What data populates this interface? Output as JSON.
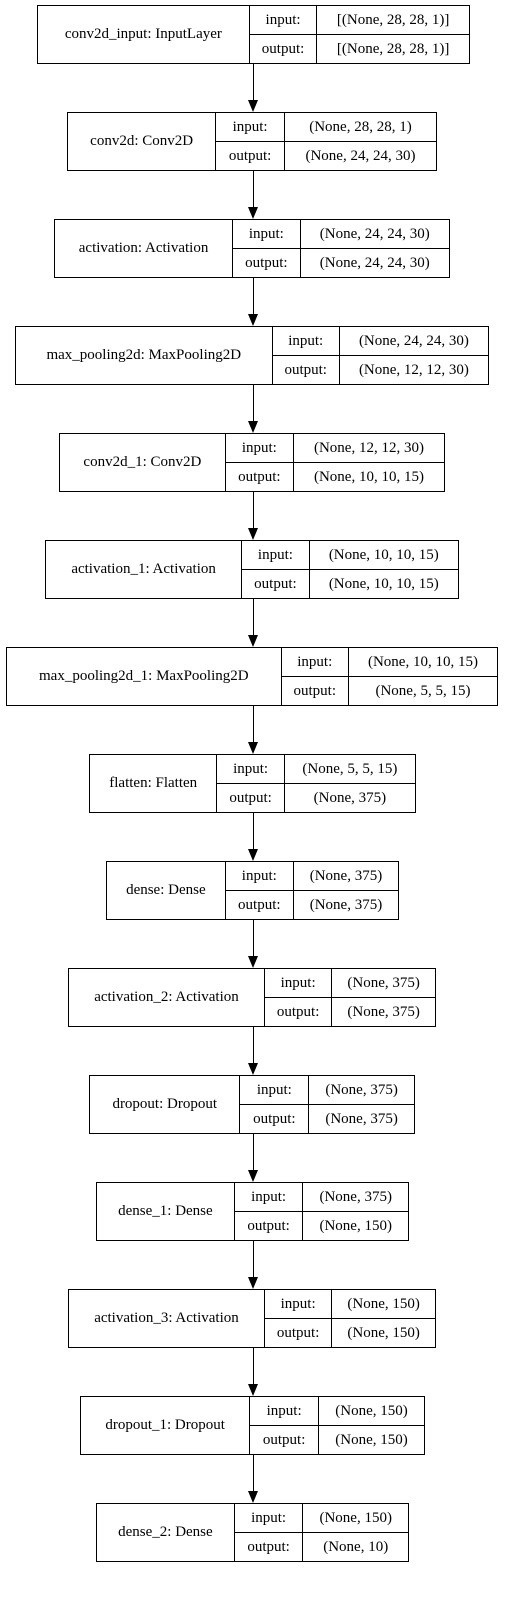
{
  "layers": [
    {
      "name": "conv2d_input: InputLayer",
      "input_label": "input:",
      "output_label": "output:",
      "input_shape": "[(None, 28, 28, 1)]",
      "output_shape": "[(None, 28, 28, 1)]"
    },
    {
      "name": "conv2d: Conv2D",
      "input_label": "input:",
      "output_label": "output:",
      "input_shape": "(None, 28, 28, 1)",
      "output_shape": "(None, 24, 24, 30)"
    },
    {
      "name": "activation: Activation",
      "input_label": "input:",
      "output_label": "output:",
      "input_shape": "(None, 24, 24, 30)",
      "output_shape": "(None, 24, 24, 30)"
    },
    {
      "name": "max_pooling2d: MaxPooling2D",
      "input_label": "input:",
      "output_label": "output:",
      "input_shape": "(None, 24, 24, 30)",
      "output_shape": "(None, 12, 12, 30)"
    },
    {
      "name": "conv2d_1: Conv2D",
      "input_label": "input:",
      "output_label": "output:",
      "input_shape": "(None, 12, 12, 30)",
      "output_shape": "(None, 10, 10, 15)"
    },
    {
      "name": "activation_1: Activation",
      "input_label": "input:",
      "output_label": "output:",
      "input_shape": "(None, 10, 10, 15)",
      "output_shape": "(None, 10, 10, 15)"
    },
    {
      "name": "max_pooling2d_1: MaxPooling2D",
      "input_label": "input:",
      "output_label": "output:",
      "input_shape": "(None, 10, 10, 15)",
      "output_shape": "(None, 5, 5, 15)"
    },
    {
      "name": "flatten: Flatten",
      "input_label": "input:",
      "output_label": "output:",
      "input_shape": "(None, 5, 5, 15)",
      "output_shape": "(None, 375)"
    },
    {
      "name": "dense: Dense",
      "input_label": "input:",
      "output_label": "output:",
      "input_shape": "(None, 375)",
      "output_shape": "(None, 375)"
    },
    {
      "name": "activation_2: Activation",
      "input_label": "input:",
      "output_label": "output:",
      "input_shape": "(None, 375)",
      "output_shape": "(None, 375)"
    },
    {
      "name": "dropout: Dropout",
      "input_label": "input:",
      "output_label": "output:",
      "input_shape": "(None, 375)",
      "output_shape": "(None, 375)"
    },
    {
      "name": "dense_1: Dense",
      "input_label": "input:",
      "output_label": "output:",
      "input_shape": "(None, 375)",
      "output_shape": "(None, 150)"
    },
    {
      "name": "activation_3: Activation",
      "input_label": "input:",
      "output_label": "output:",
      "input_shape": "(None, 150)",
      "output_shape": "(None, 150)"
    },
    {
      "name": "dropout_1: Dropout",
      "input_label": "input:",
      "output_label": "output:",
      "input_shape": "(None, 150)",
      "output_shape": "(None, 150)"
    },
    {
      "name": "dense_2: Dense",
      "input_label": "input:",
      "output_label": "output:",
      "input_shape": "(None, 150)",
      "output_shape": "(None, 10)"
    }
  ]
}
